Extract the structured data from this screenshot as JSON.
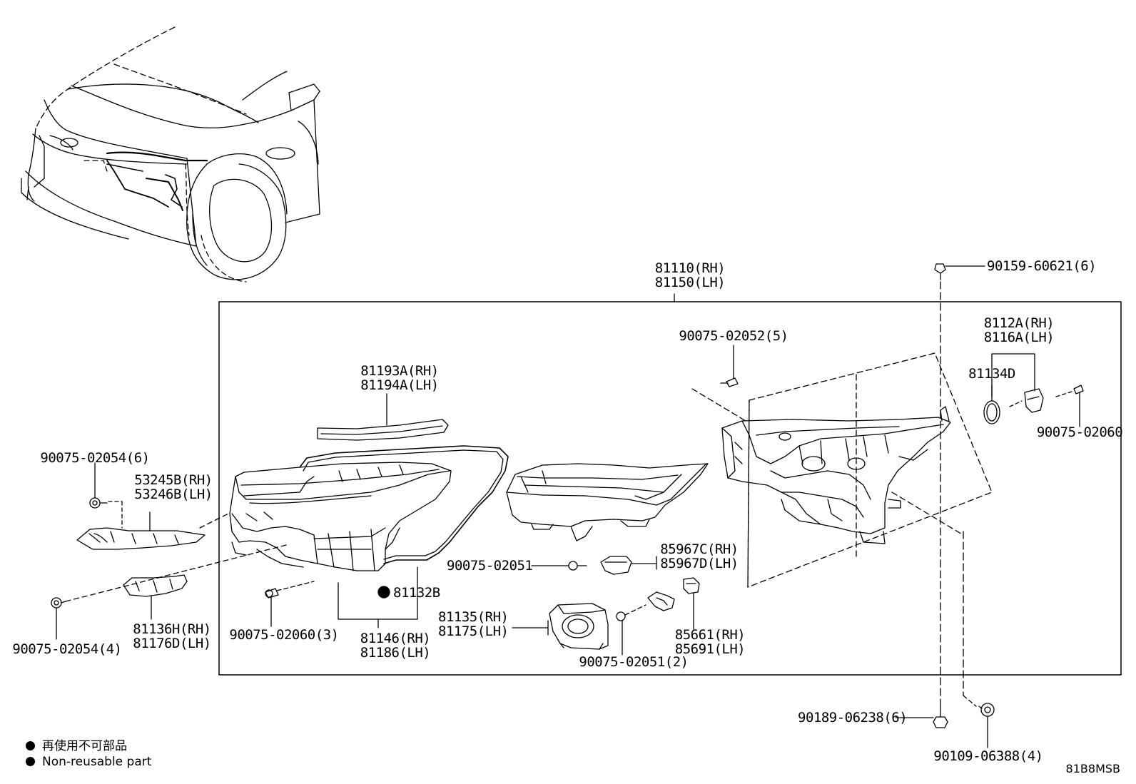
{
  "labels": {
    "p81110": "81110(RH)",
    "p81150": "81150(LH)",
    "p90159": "90159-60621(6)",
    "p90075_02052": "90075-02052(5)",
    "p8112A": "8112A(RH)",
    "p8116A": "8116A(LH)",
    "p81134D": "81134D",
    "p90075_02060": "90075-02060",
    "p81193A": "81193A(RH)",
    "p81194A": "81194A(LH)",
    "p90075_02054_6": "90075-02054(6)",
    "p53245B": "53245B(RH)",
    "p53246B": "53246B(LH)",
    "p90075_02051": "90075-02051",
    "p85967C": "85967C(RH)",
    "p85967D": "85967D(LH)",
    "p81132B": "81132B",
    "p81135": "81135(RH)",
    "p81175": "81175(LH)",
    "p85661": "85661(RH)",
    "p85691": "85691(LH)",
    "p81136H": "81136H(RH)",
    "p81176D": "81176D(LH)",
    "p90075_02060_3": "90075-02060(3)",
    "p81146": "81146(RH)",
    "p81186": "81186(LH)",
    "p90075_02051_2": "90075-02051(2)",
    "p90075_02054_4": "90075-02054(4)",
    "p90189": "90189-06238(6)",
    "p90109": "90109-06388(4)"
  },
  "legend": {
    "jp": "再使用不可部品",
    "en": "Non-reusable part"
  },
  "diagram_code": "81B8MSB"
}
